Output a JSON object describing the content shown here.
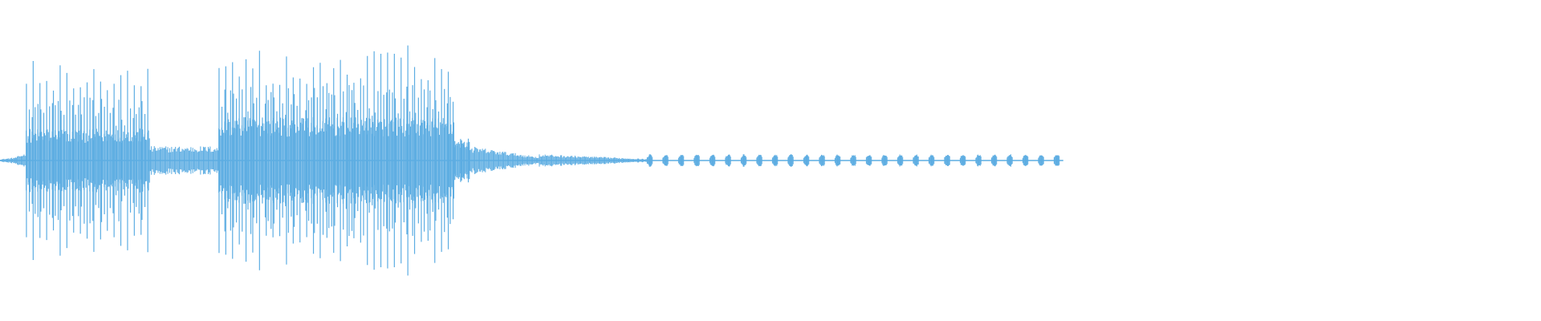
{
  "waveform": {
    "color": "#5DADE2",
    "segments": [
      {
        "start": 0.0,
        "end": 0.01,
        "peak": 0.02,
        "body": 0.02,
        "pattern": "fade-in"
      },
      {
        "start": 0.01,
        "end": 0.017,
        "peak": 0.1,
        "body": 0.05,
        "pattern": "fade-in"
      },
      {
        "start": 0.017,
        "end": 0.097,
        "peak": 0.63,
        "body": 0.2,
        "pattern": "dense"
      },
      {
        "start": 0.097,
        "end": 0.142,
        "peak": 0.12,
        "body": 0.09,
        "pattern": "dense"
      },
      {
        "start": 0.142,
        "end": 0.295,
        "peak": 0.72,
        "body": 0.27,
        "pattern": "dense"
      },
      {
        "start": 0.295,
        "end": 0.305,
        "peak": 0.18,
        "body": 0.12,
        "pattern": "dense"
      },
      {
        "start": 0.305,
        "end": 0.35,
        "peak": 0.13,
        "body": 0.09,
        "pattern": "decay"
      },
      {
        "start": 0.35,
        "end": 0.42,
        "peak": 0.06,
        "body": 0.04,
        "pattern": "decay"
      },
      {
        "start": 0.42,
        "end": 0.69,
        "peak": 0.035,
        "body": 0.02,
        "pattern": "pulses"
      }
    ]
  }
}
